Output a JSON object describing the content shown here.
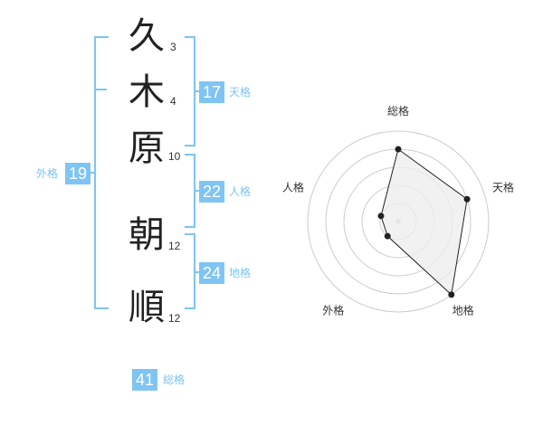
{
  "name_chars": [
    {
      "char": "久",
      "strokes": "3"
    },
    {
      "char": "木",
      "strokes": "4"
    },
    {
      "char": "原",
      "strokes": "10"
    },
    {
      "char": "朝",
      "strokes": "12"
    },
    {
      "char": "順",
      "strokes": "12"
    }
  ],
  "fortune": {
    "tenkaku": {
      "value": "17",
      "label": "天格"
    },
    "jinkaku": {
      "value": "22",
      "label": "人格"
    },
    "chikaku": {
      "value": "24",
      "label": "地格"
    },
    "gaikaku": {
      "value": "19",
      "label": "外格"
    },
    "soukaku": {
      "value": "41",
      "label": "総格"
    }
  },
  "colors": {
    "accent": "#7fc4f2",
    "text": "#222222",
    "radar_fill": "#eeeeee",
    "radar_line": "#222222",
    "grid": "#cccccc"
  },
  "chart_data": {
    "type": "radar",
    "axes": [
      "総格",
      "天格",
      "地格",
      "外格",
      "人格"
    ],
    "series": [
      {
        "values": [
          4,
          4,
          5,
          1,
          1
        ]
      }
    ],
    "rlim": [
      0,
      5
    ],
    "grid_rings": 5
  }
}
